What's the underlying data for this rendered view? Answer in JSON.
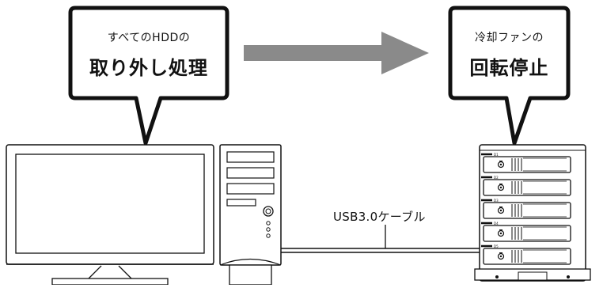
{
  "bubble_left": {
    "line1": "すべてのHDDの",
    "line2": "取り外し処理"
  },
  "bubble_right": {
    "line1": "冷却ファンの",
    "line2": "回転停止"
  },
  "cable_label": "USB3.0ケーブル",
  "enclosure": {
    "bay_labels": [
      "D1",
      "D2",
      "D3",
      "D4",
      "D5"
    ]
  },
  "colors": {
    "arrow": "#8a8a8a",
    "outline": "#111111"
  }
}
